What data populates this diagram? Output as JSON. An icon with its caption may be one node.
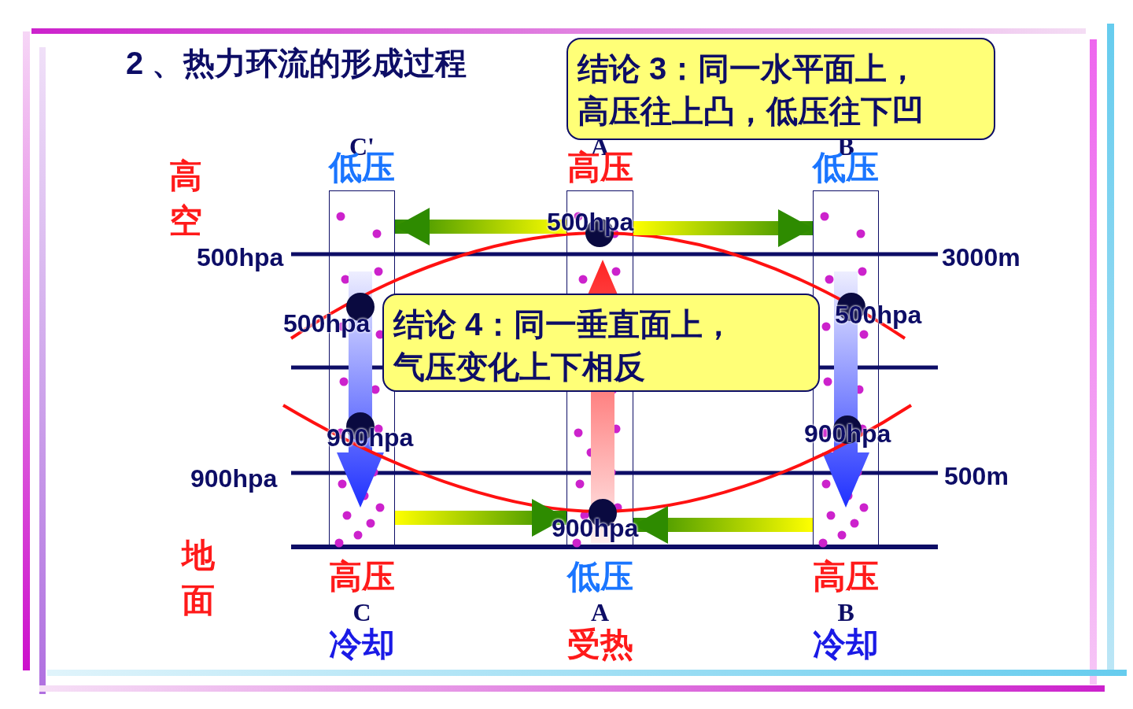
{
  "diagram": {
    "title": "2 、热力环流的形成过程",
    "nodes": [
      {
        "text": [],
        "shape": "box",
        "beside": [
          "C'",
          "低压",
          "高压",
          "C",
          "冷却"
        ]
      },
      {
        "text": [],
        "shape": "box",
        "beside": [
          "A",
          "高压",
          "低压",
          "A",
          "受热"
        ]
      },
      {
        "text": [],
        "shape": "box",
        "beside": [
          "B",
          "低压",
          "高压",
          "B",
          "冷却"
        ]
      },
      {
        "text": [
          "结论 3：同一水平面上，高压往上凸，低压往下凹"
        ]
      },
      {
        "text": [
          "结论 4：同一垂直面上，气压变化上下相反"
        ]
      }
    ],
    "edges": [
      {
        "from": 1,
        "to": 0,
        "arrow": "to"
      },
      {
        "from": 1,
        "to": 2,
        "arrow": "to"
      },
      {
        "from": 0,
        "to": 1,
        "arrow": "to"
      },
      {
        "from": 2,
        "to": 1,
        "arrow": "to"
      }
    ],
    "labels": [
      "高空",
      "500hpa",
      "500hpa",
      "3000m",
      "500hpa",
      "500hpa",
      "900hpa",
      "900hpa",
      "900hpa",
      "500m",
      "900hpa",
      "地面"
    ]
  }
}
